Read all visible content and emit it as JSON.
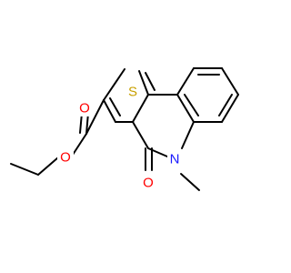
{
  "colors": {
    "background": "#ffffff",
    "bond": "#000000",
    "sulfur": "#c8a000",
    "nitrogen": "#1a1aff",
    "oxygen": "#ff0000"
  },
  "atoms": {
    "sulfur": "S",
    "nitrogen": "N",
    "ring_oxygen": "O",
    "carbonyl_oxygen": "O",
    "ester_oxygen": "O"
  }
}
